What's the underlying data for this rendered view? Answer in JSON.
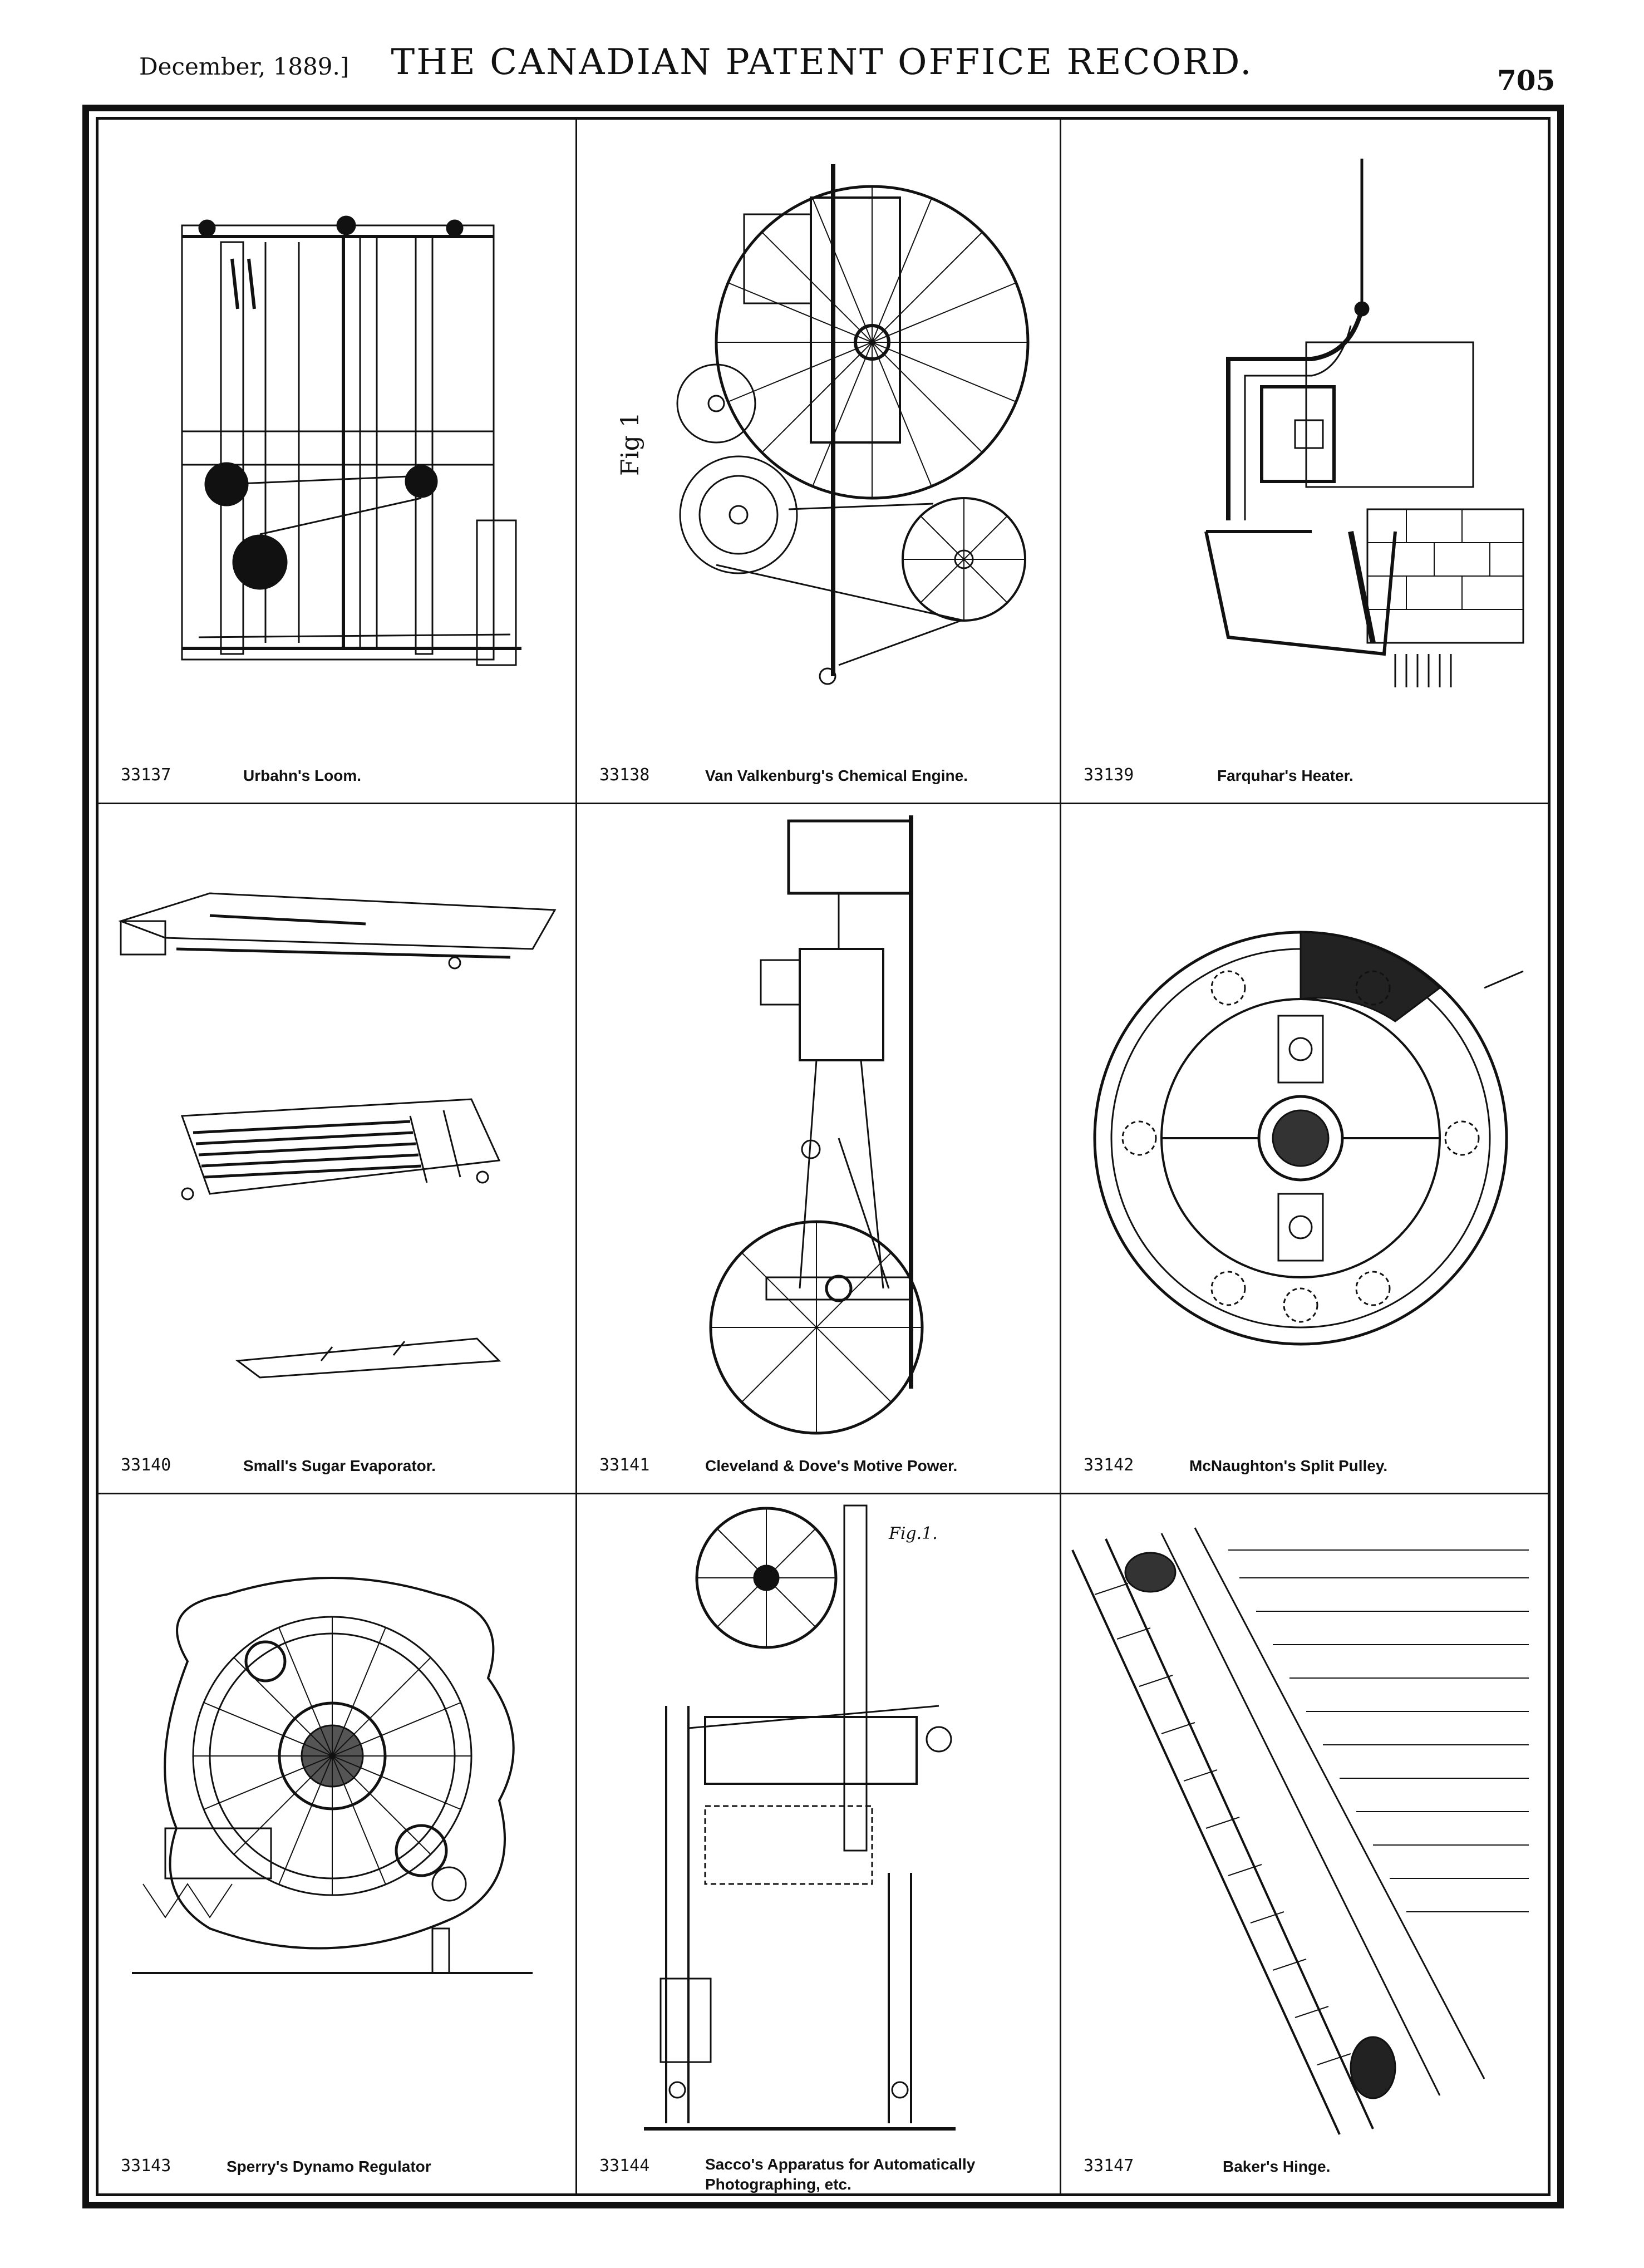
{
  "header": {
    "date": "December, 1889.]",
    "title": "THE CANADIAN PATENT OFFICE RECORD.",
    "page_number": "705"
  },
  "figures": [
    {
      "number": "33137",
      "caption": "Urbahn's Loom."
    },
    {
      "number": "33138",
      "caption": "Van Valkenburg's Chemical Engine."
    },
    {
      "number": "33139",
      "caption": "Farquhar's Heater."
    },
    {
      "number": "33140",
      "caption": "Small's Sugar Evaporator."
    },
    {
      "number": "33141",
      "caption": "Cleveland & Dove's Motive Power."
    },
    {
      "number": "33142",
      "caption": "McNaughton's Split Pulley."
    },
    {
      "number": "33143",
      "caption": "Sperry's Dynamo Regulator"
    },
    {
      "number": "33144",
      "caption": "Sacco's Apparatus for Automatically Photographing, etc."
    },
    {
      "number": "33147",
      "caption": "Baker's Hinge."
    }
  ],
  "drawing_labels": {
    "fig1": "Fig 1",
    "fig1b": "Fig.1."
  }
}
